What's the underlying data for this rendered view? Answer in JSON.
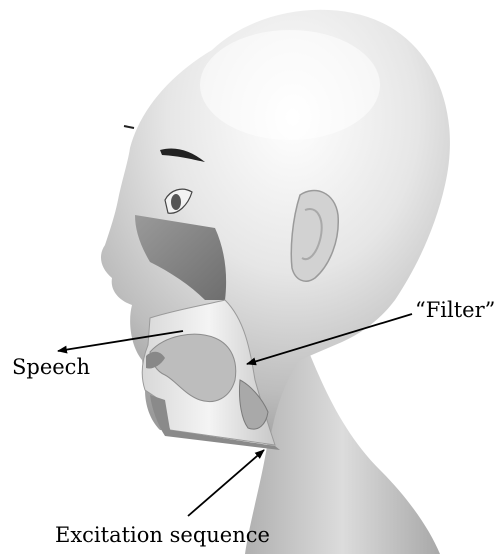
{
  "labels": {
    "filter": "“Filter”",
    "speech": "Speech",
    "excitation": "Excitation sequence"
  }
}
